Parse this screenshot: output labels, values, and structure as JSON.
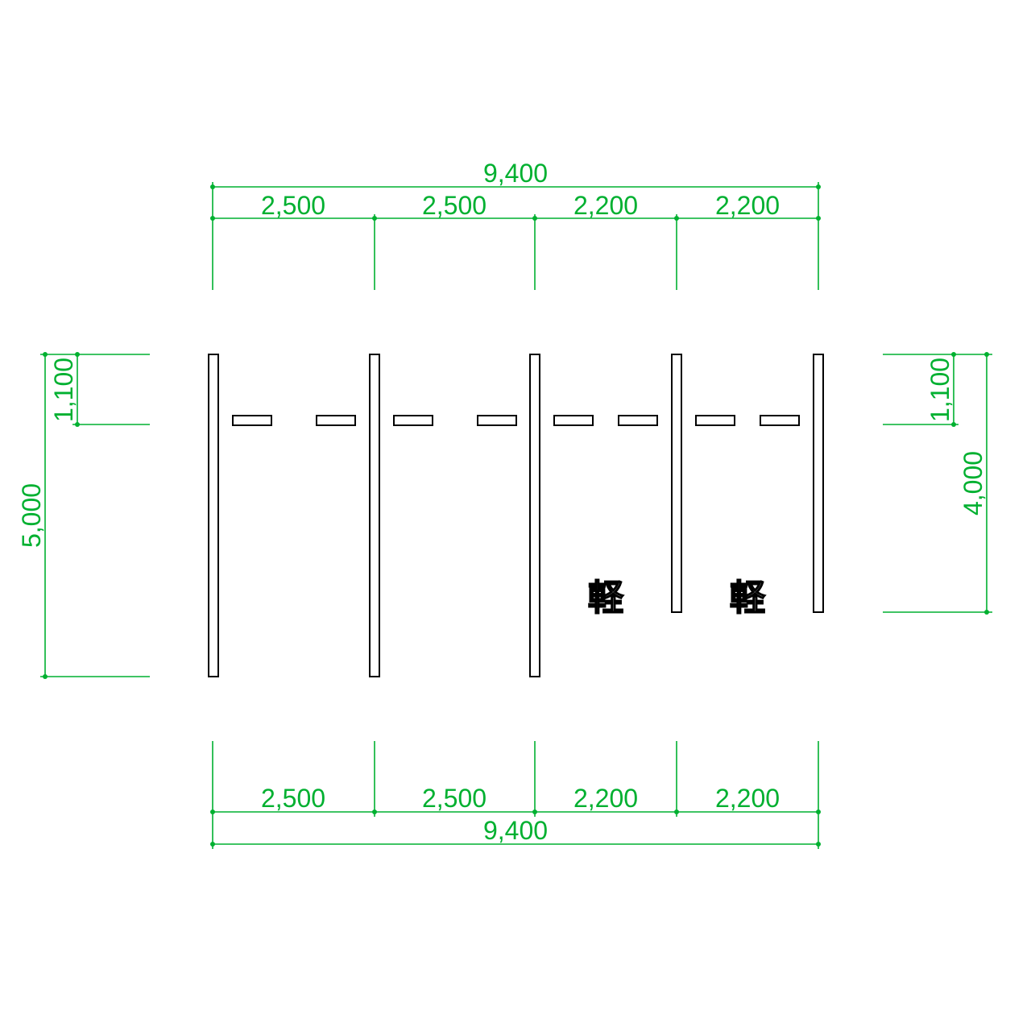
{
  "colors": {
    "dimension": "#00b030",
    "outline": "#000000",
    "background": "#ffffff"
  },
  "labels": {
    "top_total": "9,400",
    "top_segments": [
      "2,500",
      "2,500",
      "2,200",
      "2,200"
    ],
    "bottom_segments": [
      "2,500",
      "2,500",
      "2,200",
      "2,200"
    ],
    "bottom_total": "9,400",
    "left_small": "1,100",
    "left_total": "5,000",
    "right_small": "1,100",
    "right_total": "4,000",
    "compact_car_marks": [
      "軽",
      "軽"
    ]
  }
}
